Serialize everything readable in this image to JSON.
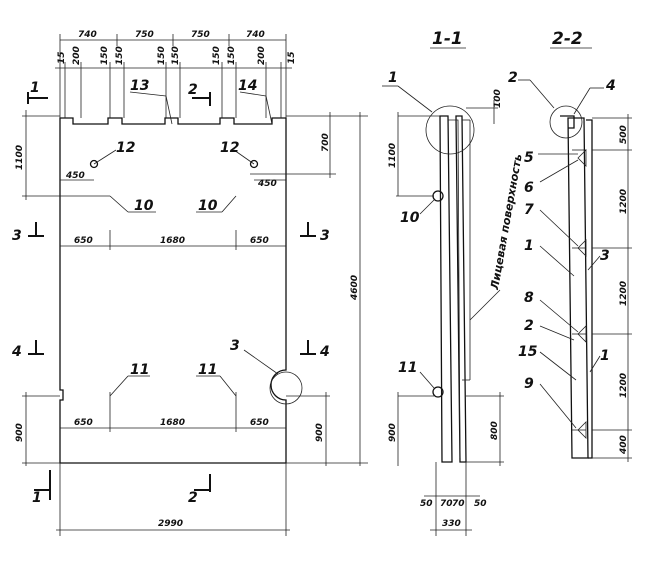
{
  "sections": {
    "s11": "1-1",
    "s22": "2-2"
  },
  "section_marks": {
    "m1": "1",
    "m2": "2",
    "m3": "3",
    "m4": "4"
  },
  "dims": {
    "top_740a": "740",
    "top_750a": "750",
    "top_750b": "750",
    "top_740b": "740",
    "d15a": "15",
    "d200": "200",
    "d150a": "150",
    "d150b": "150",
    "d150c": "150",
    "d150d": "150",
    "d150e": "150",
    "d150f": "150",
    "d200b": "200",
    "d15b": "15",
    "left_1100": "1100",
    "right_700": "700",
    "d450a": "450",
    "d450b": "450",
    "mid_650a": "650",
    "mid_1680": "1680",
    "mid_650b": "650",
    "bot_650a": "650",
    "bot_1680": "1680",
    "bot_650b": "650",
    "left_900": "900",
    "right_900": "900",
    "total_4600": "4600",
    "width_2990": "2990",
    "s1_100": "100",
    "s1_1100": "1100",
    "s1_800": "800",
    "s1_50a": "50",
    "s1_70a": "70",
    "s1_70b": "70",
    "s1_50b": "50",
    "s1_330": "330",
    "s2_500": "500",
    "s2_1200a": "1200",
    "s2_1200b": "1200",
    "s2_1200c": "1200",
    "s2_400": "400"
  },
  "callouts": {
    "c1": "1",
    "c2": "2",
    "c3": "3",
    "c4": "4",
    "c5": "5",
    "c6": "6",
    "c7": "7",
    "c8": "8",
    "c9": "9",
    "c10a": "10",
    "c10b": "10",
    "c10c": "10",
    "c11a": "11",
    "c11b": "11",
    "c11c": "11",
    "c12a": "12",
    "c12b": "12",
    "c13": "13",
    "c14": "14",
    "c15": "15",
    "c1b": "1",
    "c1c": "1",
    "c2b": "2",
    "c3b": "3"
  },
  "notes": {
    "front_face": "Лицевая поверхность"
  }
}
